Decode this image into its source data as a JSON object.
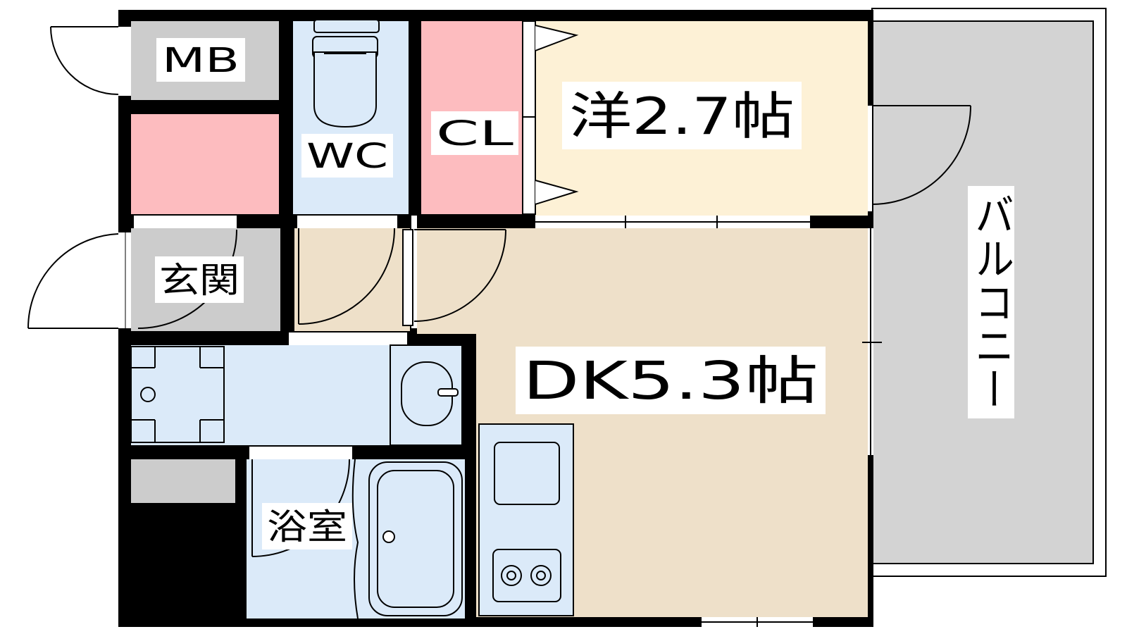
{
  "labels": {
    "mb": "MB",
    "wc": "WC",
    "cl": "CL",
    "western_room": "洋2.7帖",
    "entrance": "玄関",
    "dk": "DK5.3帖",
    "bathroom": "浴室",
    "balcony": "バルコニー"
  },
  "colors": {
    "wall": "#000000",
    "storage_gray": "#cccccc",
    "closet_pink": "#fdbcbf",
    "wet_area_blue": "#dbeaf9",
    "western_room_cream": "#fdf1d6",
    "dk_beige": "#eee0c9",
    "balcony_gray": "#d3d3d3"
  }
}
